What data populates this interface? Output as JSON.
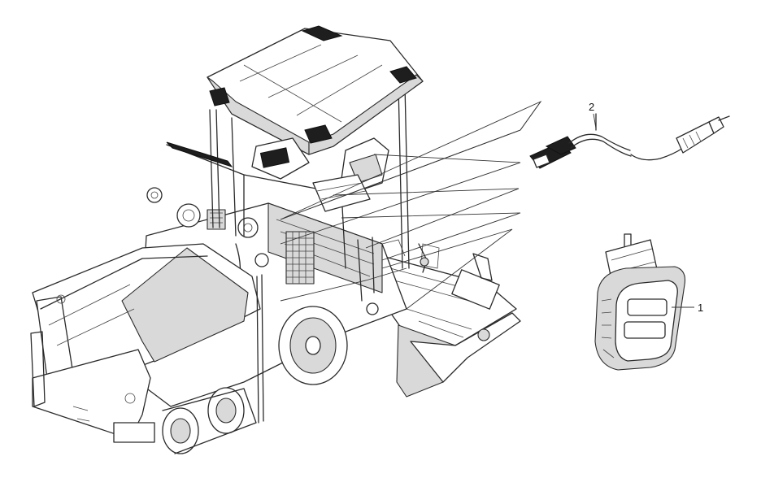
{
  "callouts": [
    {
      "number": "1",
      "part": "work-lamp"
    },
    {
      "number": "2",
      "part": "lamp-cable"
    }
  ]
}
